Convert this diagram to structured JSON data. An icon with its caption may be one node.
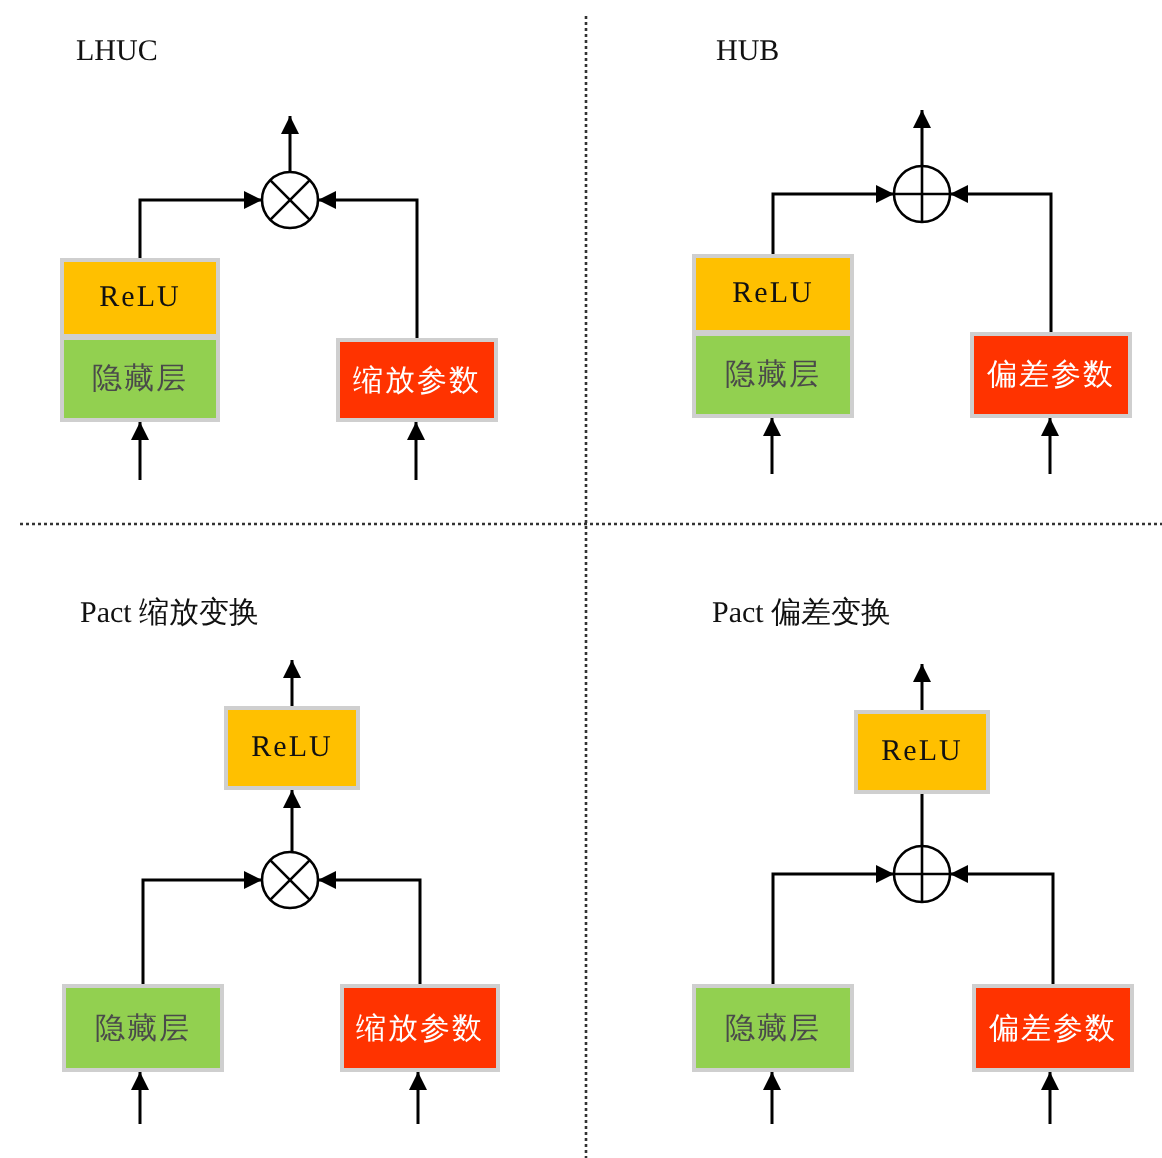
{
  "diagram": {
    "nodes": [
      {
        "text": [
          "ReLU"
        ]
      },
      {
        "text": [
          "隐藏层"
        ]
      },
      {
        "text": [
          "缩放参数"
        ]
      },
      {
        "text": [],
        "shape": "times"
      },
      {
        "text": [
          "ReLU"
        ]
      },
      {
        "text": [
          "隐藏层"
        ]
      },
      {
        "text": [
          "偏差参数"
        ]
      },
      {
        "text": [],
        "shape": "plus"
      },
      {
        "text": [
          "ReLU"
        ]
      },
      {
        "text": [],
        "shape": "times"
      },
      {
        "text": [
          "隐藏层"
        ]
      },
      {
        "text": [
          "缩放参数"
        ]
      },
      {
        "text": [
          "ReLU"
        ]
      },
      {
        "text": [],
        "shape": "plus"
      },
      {
        "text": [
          "隐藏层"
        ]
      },
      {
        "text": [
          "偏差参数"
        ]
      }
    ],
    "edges": [
      {
        "from": null,
        "to": 1,
        "arrow": "to"
      },
      {
        "from": null,
        "to": 2,
        "arrow": "to"
      },
      {
        "from": 0,
        "to": 3,
        "arrow": "to"
      },
      {
        "from": 2,
        "to": 3,
        "arrow": "to"
      },
      {
        "from": 3,
        "to": null,
        "arrow": "to"
      },
      {
        "from": null,
        "to": 5,
        "arrow": "to"
      },
      {
        "from": null,
        "to": 6,
        "arrow": "to"
      },
      {
        "from": 4,
        "to": 7,
        "arrow": "to"
      },
      {
        "from": 6,
        "to": 7,
        "arrow": "to"
      },
      {
        "from": 7,
        "to": null,
        "arrow": "to"
      },
      {
        "from": null,
        "to": 10,
        "arrow": "to"
      },
      {
        "from": null,
        "to": 11,
        "arrow": "to"
      },
      {
        "from": 10,
        "to": 9,
        "arrow": "to"
      },
      {
        "from": 11,
        "to": 9,
        "arrow": "to"
      },
      {
        "from": 9,
        "to": 8,
        "arrow": "to"
      },
      {
        "from": 8,
        "to": null,
        "arrow": "to"
      },
      {
        "from": null,
        "to": 14,
        "arrow": "to"
      },
      {
        "from": null,
        "to": 15,
        "arrow": "to"
      },
      {
        "from": 14,
        "to": 13,
        "arrow": "to"
      },
      {
        "from": 15,
        "to": 13,
        "arrow": "to"
      },
      {
        "from": 13,
        "to": 12,
        "arrow": "none"
      },
      {
        "from": 12,
        "to": null,
        "arrow": "to"
      }
    ],
    "labels": [
      "LHUC",
      "HUB",
      "Pact 缩放变换",
      "Pact 偏差变换"
    ]
  }
}
